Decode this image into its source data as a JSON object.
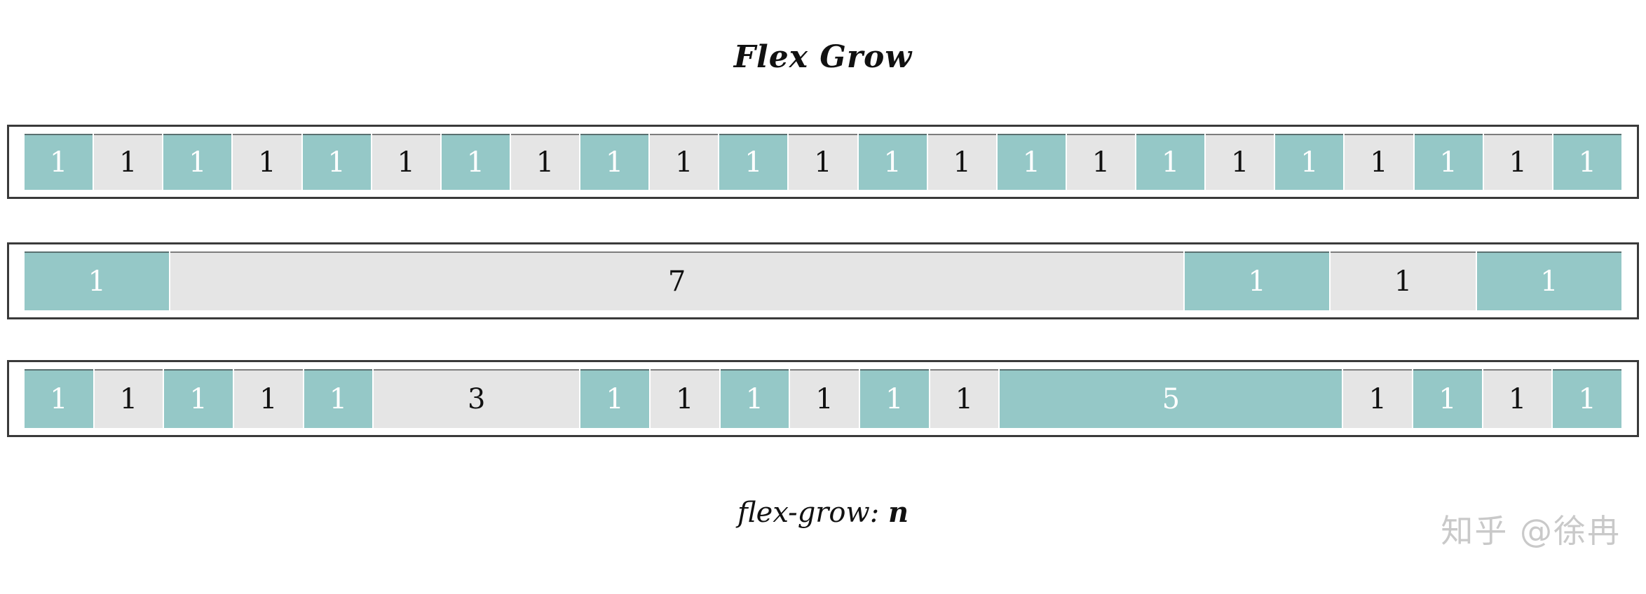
{
  "title": "Flex Grow",
  "caption": {
    "property": "flex-grow:",
    "value": "n"
  },
  "watermark": "知乎 @徐冉",
  "colors": {
    "teal": "#95c8c7",
    "gray": "#e5e5e5",
    "border": "#3a3a3a",
    "text_on_teal": "#ffffff",
    "text_on_gray": "#111111",
    "watermark": "#c9c9c9",
    "page_background": "#ffffff"
  },
  "chart_data": {
    "type": "bar",
    "title": "Flex Grow",
    "xlabel": "",
    "ylabel": "",
    "orientation": "horizontal-stacked",
    "description": "Three flex containers of equal width. Each child box is labelled with its flex-grow value; the rendered width of a box is proportional to its flex-grow value relative to the sum of all flex-grow values in that row.",
    "rows": [
      {
        "name": "row-1",
        "total_grow": 23,
        "values": [
          1,
          1,
          1,
          1,
          1,
          1,
          1,
          1,
          1,
          1,
          1,
          1,
          1,
          1,
          1,
          1,
          1,
          1,
          1,
          1,
          1,
          1,
          1
        ]
      },
      {
        "name": "row-2",
        "total_grow": 11,
        "values": [
          1,
          7,
          1,
          1,
          1
        ]
      },
      {
        "name": "row-3",
        "total_grow": 23,
        "values": [
          1,
          1,
          1,
          1,
          1,
          3,
          1,
          1,
          1,
          1,
          1,
          1,
          5,
          1,
          1,
          1,
          1
        ]
      }
    ]
  },
  "rows": [
    {
      "name": "flex-container-row-1",
      "items": [
        {
          "label": "1",
          "grow": 1,
          "fill": "teal"
        },
        {
          "label": "1",
          "grow": 1,
          "fill": "gray"
        },
        {
          "label": "1",
          "grow": 1,
          "fill": "teal"
        },
        {
          "label": "1",
          "grow": 1,
          "fill": "gray"
        },
        {
          "label": "1",
          "grow": 1,
          "fill": "teal"
        },
        {
          "label": "1",
          "grow": 1,
          "fill": "gray"
        },
        {
          "label": "1",
          "grow": 1,
          "fill": "teal"
        },
        {
          "label": "1",
          "grow": 1,
          "fill": "gray"
        },
        {
          "label": "1",
          "grow": 1,
          "fill": "teal"
        },
        {
          "label": "1",
          "grow": 1,
          "fill": "gray"
        },
        {
          "label": "1",
          "grow": 1,
          "fill": "teal"
        },
        {
          "label": "1",
          "grow": 1,
          "fill": "gray"
        },
        {
          "label": "1",
          "grow": 1,
          "fill": "teal"
        },
        {
          "label": "1",
          "grow": 1,
          "fill": "gray"
        },
        {
          "label": "1",
          "grow": 1,
          "fill": "teal"
        },
        {
          "label": "1",
          "grow": 1,
          "fill": "gray"
        },
        {
          "label": "1",
          "grow": 1,
          "fill": "teal"
        },
        {
          "label": "1",
          "grow": 1,
          "fill": "gray"
        },
        {
          "label": "1",
          "grow": 1,
          "fill": "teal"
        },
        {
          "label": "1",
          "grow": 1,
          "fill": "gray"
        },
        {
          "label": "1",
          "grow": 1,
          "fill": "teal"
        },
        {
          "label": "1",
          "grow": 1,
          "fill": "gray"
        },
        {
          "label": "1",
          "grow": 1,
          "fill": "teal"
        }
      ]
    },
    {
      "name": "flex-container-row-2",
      "items": [
        {
          "label": "1",
          "grow": 1,
          "fill": "teal"
        },
        {
          "label": "7",
          "grow": 7,
          "fill": "gray"
        },
        {
          "label": "1",
          "grow": 1,
          "fill": "teal"
        },
        {
          "label": "1",
          "grow": 1,
          "fill": "gray"
        },
        {
          "label": "1",
          "grow": 1,
          "fill": "teal"
        }
      ]
    },
    {
      "name": "flex-container-row-3",
      "items": [
        {
          "label": "1",
          "grow": 1,
          "fill": "teal"
        },
        {
          "label": "1",
          "grow": 1,
          "fill": "gray"
        },
        {
          "label": "1",
          "grow": 1,
          "fill": "teal"
        },
        {
          "label": "1",
          "grow": 1,
          "fill": "gray"
        },
        {
          "label": "1",
          "grow": 1,
          "fill": "teal"
        },
        {
          "label": "3",
          "grow": 3,
          "fill": "gray"
        },
        {
          "label": "1",
          "grow": 1,
          "fill": "teal"
        },
        {
          "label": "1",
          "grow": 1,
          "fill": "gray"
        },
        {
          "label": "1",
          "grow": 1,
          "fill": "teal"
        },
        {
          "label": "1",
          "grow": 1,
          "fill": "gray"
        },
        {
          "label": "1",
          "grow": 1,
          "fill": "teal"
        },
        {
          "label": "1",
          "grow": 1,
          "fill": "gray"
        },
        {
          "label": "5",
          "grow": 5,
          "fill": "teal"
        },
        {
          "label": "1",
          "grow": 1,
          "fill": "gray"
        },
        {
          "label": "1",
          "grow": 1,
          "fill": "teal"
        },
        {
          "label": "1",
          "grow": 1,
          "fill": "gray"
        },
        {
          "label": "1",
          "grow": 1,
          "fill": "teal"
        }
      ]
    }
  ]
}
